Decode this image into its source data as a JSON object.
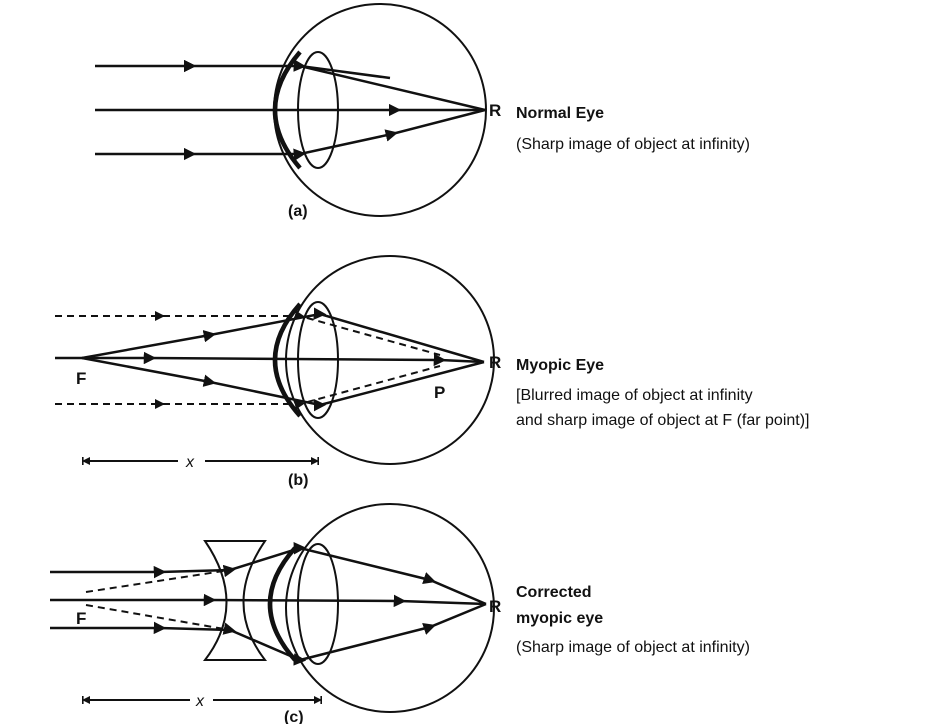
{
  "panels": [
    {
      "tag": "(a)",
      "title": "Normal Eye",
      "lines": [
        "(Sharp image of object at infinity)"
      ],
      "retina_label": "R"
    },
    {
      "tag": "(b)",
      "title": "Myopic Eye",
      "lines": [
        "[Blurred image of object at infinity",
        "and sharp image of object at F (far point)]"
      ],
      "retina_label": "R",
      "focus_label": "F",
      "image_label": "P",
      "distance_label": "x"
    },
    {
      "tag": "(c)",
      "title_lines": [
        "Corrected",
        "myopic eye"
      ],
      "lines": [
        "(Sharp image of object at infinity)"
      ],
      "retina_label": "R",
      "focus_label": "F",
      "distance_label": "x"
    }
  ]
}
